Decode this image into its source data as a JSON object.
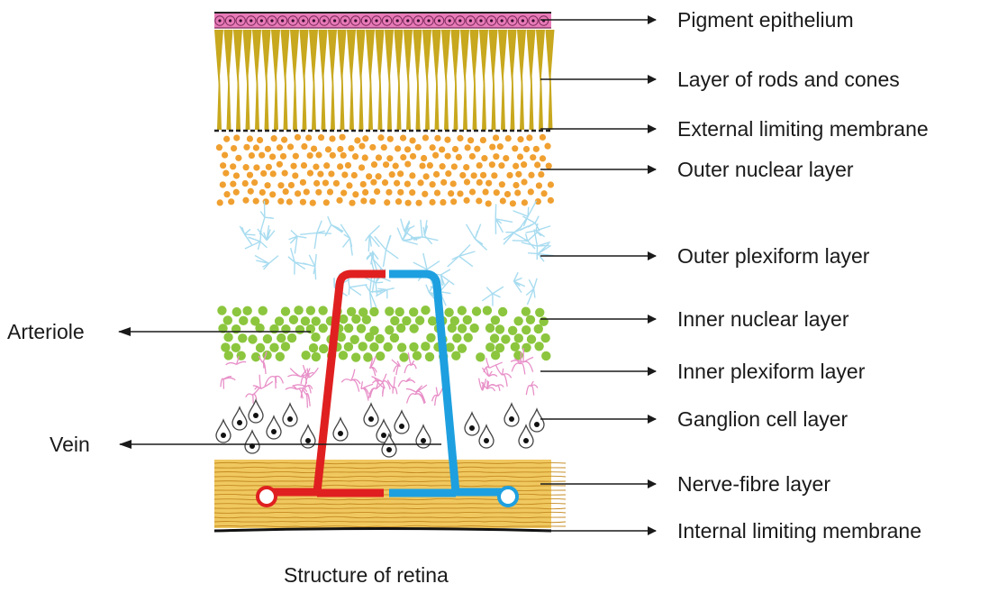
{
  "diagram": {
    "caption": "Structure of retina",
    "right_labels": {
      "pigment_epithelium": "Pigment epithelium",
      "rods_cones": "Layer of rods and cones",
      "external_limiting": "External limiting membrane",
      "outer_nuclear": "Outer nuclear layer",
      "outer_plexiform": "Outer plexiform layer",
      "inner_nuclear": "Inner nuclear layer",
      "inner_plexiform": "Inner plexiform layer",
      "ganglion": "Ganglion cell layer",
      "nerve_fibre": "Nerve-fibre layer",
      "internal_limiting": "Internal limiting membrane"
    },
    "left_labels": {
      "arteriole": "Arteriole",
      "vein": "Vein"
    },
    "colors": {
      "pigment": "#e87ab8",
      "rods": "#c8a81e",
      "outer_nuclear": "#f0a030",
      "outer_plexiform": "#a8dcf0",
      "inner_nuclear": "#8cc63e",
      "inner_plexiform": "#e890c8",
      "nerve_fibre": "#f0c860",
      "arteriole": "#e02020",
      "vein": "#1ea0e0"
    }
  }
}
